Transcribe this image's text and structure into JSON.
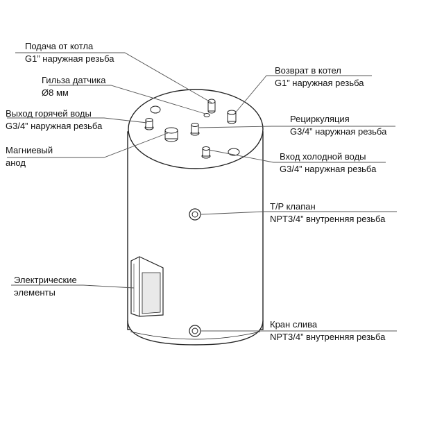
{
  "colors": {
    "outline": "#222222",
    "leader": "#555555",
    "text": "#111111",
    "fill": "#ffffff",
    "shade": "#e9e9e9"
  },
  "labels": {
    "supply": {
      "line1": "Подача от котла",
      "line2": "G1” наружная резьба"
    },
    "sensor": {
      "line1": "Гильза датчика",
      "line2": "Ø8 мм"
    },
    "hot_out": {
      "line1": "Выход горячей воды",
      "line2": "G3/4” наружная резьба"
    },
    "anode": {
      "line1": "Магниевый",
      "line2": "анод"
    },
    "return": {
      "line1": "Возврат в котел",
      "line2": "G1” наружная резьба"
    },
    "recirc": {
      "line1": "Рециркуляция",
      "line2": "G3/4” наружная резьба"
    },
    "cold_in": {
      "line1": "Вход холодной воды",
      "line2": "G3/4” наружная резьба"
    },
    "tp_valve": {
      "line1": "T/P клапан",
      "line2": "NPT3/4” внутренняя резьба"
    },
    "elements": {
      "line1": "Электрические",
      "line2": "элементы"
    },
    "drain": {
      "line1": "Кран слива",
      "line2": "NPT3/4” внутренняя резьба"
    }
  }
}
